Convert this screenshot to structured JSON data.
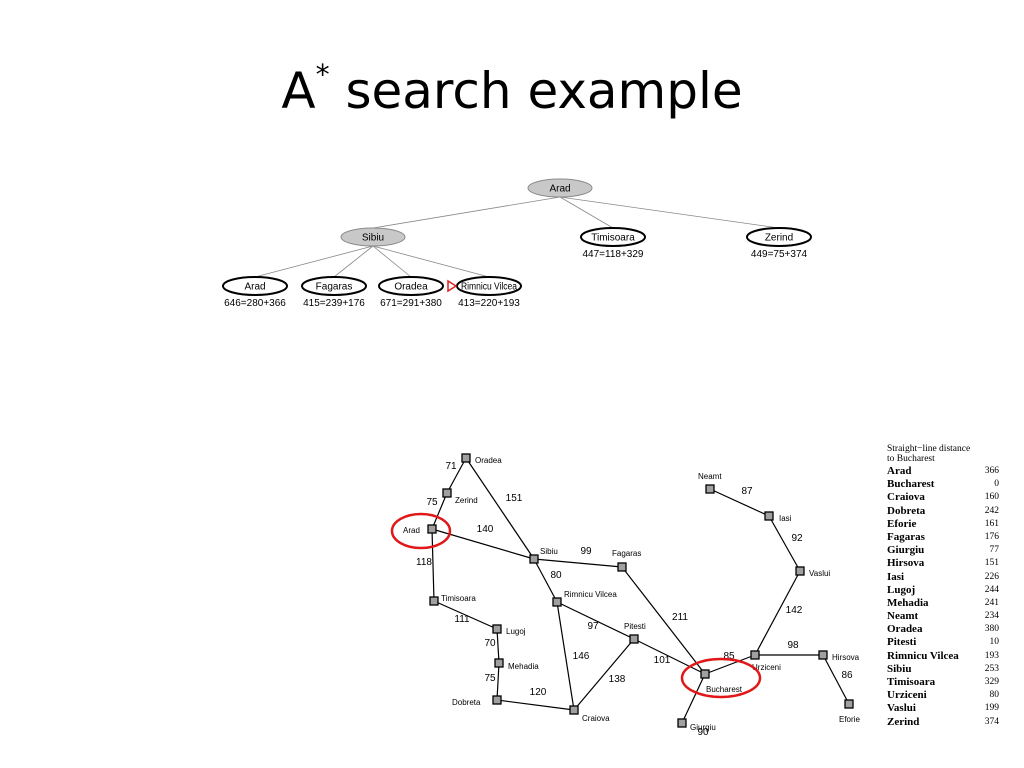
{
  "title": {
    "text": "A",
    "sup": "*",
    "rest": " search example"
  },
  "tree": {
    "nodes": [
      {
        "id": "root-arad",
        "label": "Arad",
        "f": "",
        "state": "expanded"
      },
      {
        "id": "sibiu",
        "label": "Sibiu",
        "f": "",
        "state": "expanded"
      },
      {
        "id": "timisoara",
        "label": "Timisoara",
        "f": "447=118+329",
        "state": "frontier"
      },
      {
        "id": "zerind",
        "label": "Zerind",
        "f": "449=75+374",
        "state": "frontier"
      },
      {
        "id": "arad2",
        "label": "Arad",
        "f": "646=280+366",
        "state": "frontier"
      },
      {
        "id": "fagaras",
        "label": "Fagaras",
        "f": "415=239+176",
        "state": "frontier"
      },
      {
        "id": "oradea",
        "label": "Oradea",
        "f": "671=291+380",
        "state": "frontier"
      },
      {
        "id": "rimnicu",
        "label": "Rimnicu Vilcea",
        "f": "413=220+193",
        "state": "selected"
      }
    ],
    "edges": [
      [
        "root-arad",
        "sibiu"
      ],
      [
        "root-arad",
        "timisoara"
      ],
      [
        "root-arad",
        "zerind"
      ],
      [
        "sibiu",
        "arad2"
      ],
      [
        "sibiu",
        "fagaras"
      ],
      [
        "sibiu",
        "oradea"
      ],
      [
        "sibiu",
        "rimnicu"
      ]
    ],
    "colors": {
      "expanded_fill": "#c8c8c8",
      "frontier_fill": "#ffffff",
      "marker": "#e02020"
    }
  },
  "map": {
    "cities": [
      {
        "id": "oradea",
        "label": "Oradea"
      },
      {
        "id": "zerind",
        "label": "Zerind"
      },
      {
        "id": "arad",
        "label": "Arad",
        "highlight": true
      },
      {
        "id": "timisoara",
        "label": "Timisoara"
      },
      {
        "id": "lugoj",
        "label": "Lugoj"
      },
      {
        "id": "mehadia",
        "label": "Mehadia"
      },
      {
        "id": "dobreta",
        "label": "Dobreta"
      },
      {
        "id": "craiova",
        "label": "Craiova"
      },
      {
        "id": "sibiu",
        "label": "Sibiu"
      },
      {
        "id": "fagaras",
        "label": "Fagaras"
      },
      {
        "id": "rimnicu",
        "label": "Rimnicu Vilcea"
      },
      {
        "id": "pitesti",
        "label": "Pitesti"
      },
      {
        "id": "bucharest",
        "label": "Bucharest",
        "highlight": true
      },
      {
        "id": "giurgiu",
        "label": "Giurgiu"
      },
      {
        "id": "urziceni",
        "label": "Urziceni"
      },
      {
        "id": "hirsova",
        "label": "Hirsova"
      },
      {
        "id": "eforie",
        "label": "Eforie"
      },
      {
        "id": "vaslui",
        "label": "Vaslui"
      },
      {
        "id": "iasi",
        "label": "Iasi"
      },
      {
        "id": "neamt",
        "label": "Neamt"
      }
    ],
    "roads": [
      {
        "from": "oradea",
        "to": "zerind",
        "km": "71"
      },
      {
        "from": "zerind",
        "to": "arad",
        "km": "75"
      },
      {
        "from": "oradea",
        "to": "sibiu",
        "km": "151"
      },
      {
        "from": "arad",
        "to": "sibiu",
        "km": "140"
      },
      {
        "from": "arad",
        "to": "timisoara",
        "km": "118"
      },
      {
        "from": "timisoara",
        "to": "lugoj",
        "km": "111"
      },
      {
        "from": "lugoj",
        "to": "mehadia",
        "km": "70"
      },
      {
        "from": "mehadia",
        "to": "dobreta",
        "km": "75"
      },
      {
        "from": "dobreta",
        "to": "craiova",
        "km": "120"
      },
      {
        "from": "sibiu",
        "to": "fagaras",
        "km": "99"
      },
      {
        "from": "sibiu",
        "to": "rimnicu",
        "km": "80"
      },
      {
        "from": "rimnicu",
        "to": "pitesti",
        "km": "97"
      },
      {
        "from": "rimnicu",
        "to": "craiova",
        "km": "146"
      },
      {
        "from": "craiova",
        "to": "pitesti",
        "km": "138"
      },
      {
        "from": "fagaras",
        "to": "bucharest",
        "km": "211"
      },
      {
        "from": "pitesti",
        "to": "bucharest",
        "km": "101"
      },
      {
        "from": "bucharest",
        "to": "giurgiu",
        "km": "90"
      },
      {
        "from": "bucharest",
        "to": "urziceni",
        "km": "85"
      },
      {
        "from": "urziceni",
        "to": "hirsova",
        "km": "98"
      },
      {
        "from": "hirsova",
        "to": "eforie",
        "km": "86"
      },
      {
        "from": "urziceni",
        "to": "vaslui",
        "km": "142"
      },
      {
        "from": "vaslui",
        "to": "iasi",
        "km": "92"
      },
      {
        "from": "iasi",
        "to": "neamt",
        "km": "87"
      }
    ],
    "colors": {
      "highlight": "#e01818",
      "node_fill": "#a0a0a0"
    }
  },
  "sld_table": {
    "header_line1": "Straight−line distance",
    "header_line2": "to Bucharest",
    "rows": [
      {
        "city": "Arad",
        "dist": "366"
      },
      {
        "city": "Bucharest",
        "dist": "0"
      },
      {
        "city": "Craiova",
        "dist": "160"
      },
      {
        "city": "Dobreta",
        "dist": "242"
      },
      {
        "city": "Eforie",
        "dist": "161"
      },
      {
        "city": "Fagaras",
        "dist": "176"
      },
      {
        "city": "Giurgiu",
        "dist": "77"
      },
      {
        "city": "Hirsova",
        "dist": "151"
      },
      {
        "city": "Iasi",
        "dist": "226"
      },
      {
        "city": "Lugoj",
        "dist": "244"
      },
      {
        "city": "Mehadia",
        "dist": "241"
      },
      {
        "city": "Neamt",
        "dist": "234"
      },
      {
        "city": "Oradea",
        "dist": "380"
      },
      {
        "city": "Pitesti",
        "dist": "10"
      },
      {
        "city": "Rimnicu Vilcea",
        "dist": "193"
      },
      {
        "city": "Sibiu",
        "dist": "253"
      },
      {
        "city": "Timisoara",
        "dist": "329"
      },
      {
        "city": "Urziceni",
        "dist": "80"
      },
      {
        "city": "Vaslui",
        "dist": "199"
      },
      {
        "city": "Zerind",
        "dist": "374"
      }
    ]
  }
}
